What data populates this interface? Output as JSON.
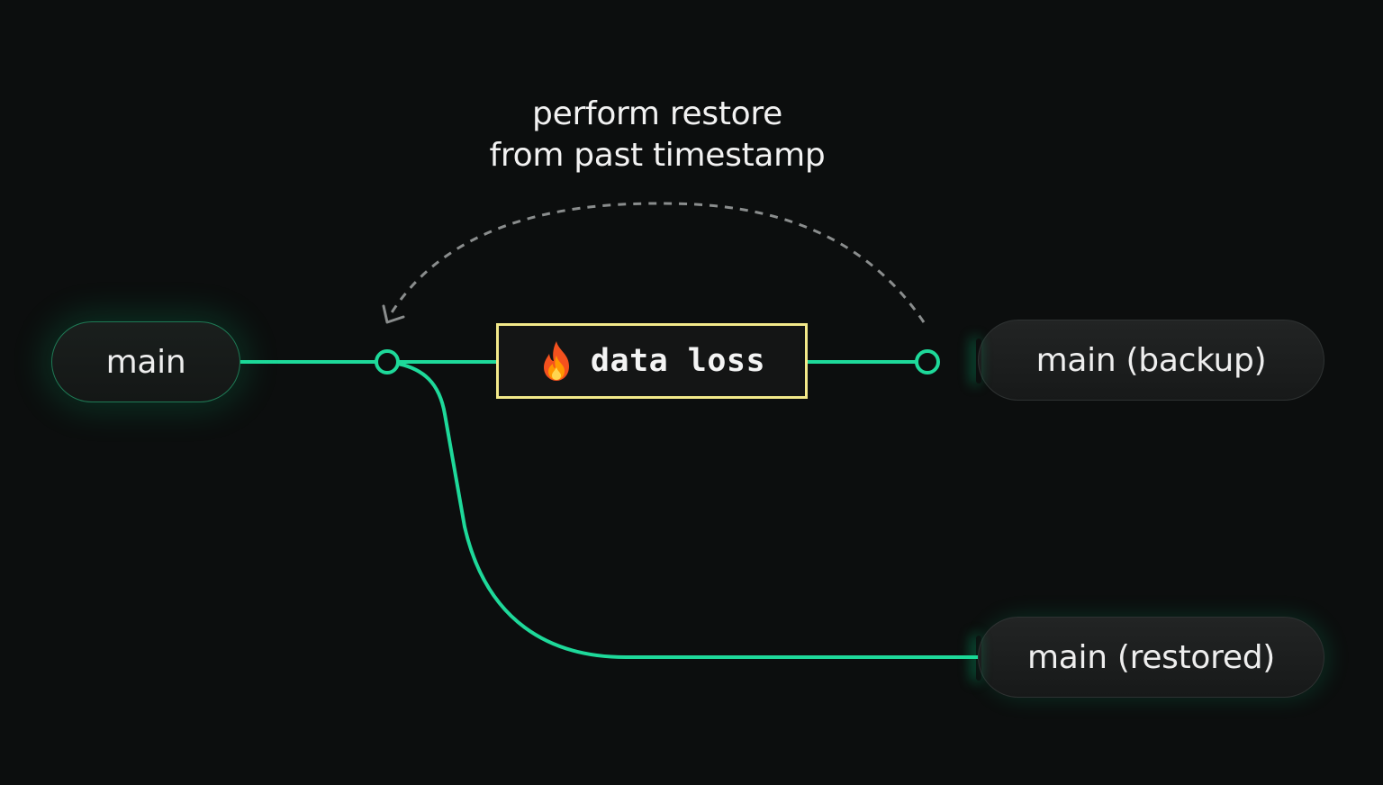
{
  "caption": {
    "line1": "perform restore",
    "line2": "from past timestamp"
  },
  "branches": {
    "main": "main",
    "backup": "main (backup)",
    "restored": "main (restored)"
  },
  "event": {
    "label": "data loss",
    "icon": "fire-icon"
  },
  "colors": {
    "background": "#0c0e0e",
    "branch_line": "#1ed99a",
    "event_border": "#f3e98a",
    "restore_arrow": "#8a8d8d"
  }
}
